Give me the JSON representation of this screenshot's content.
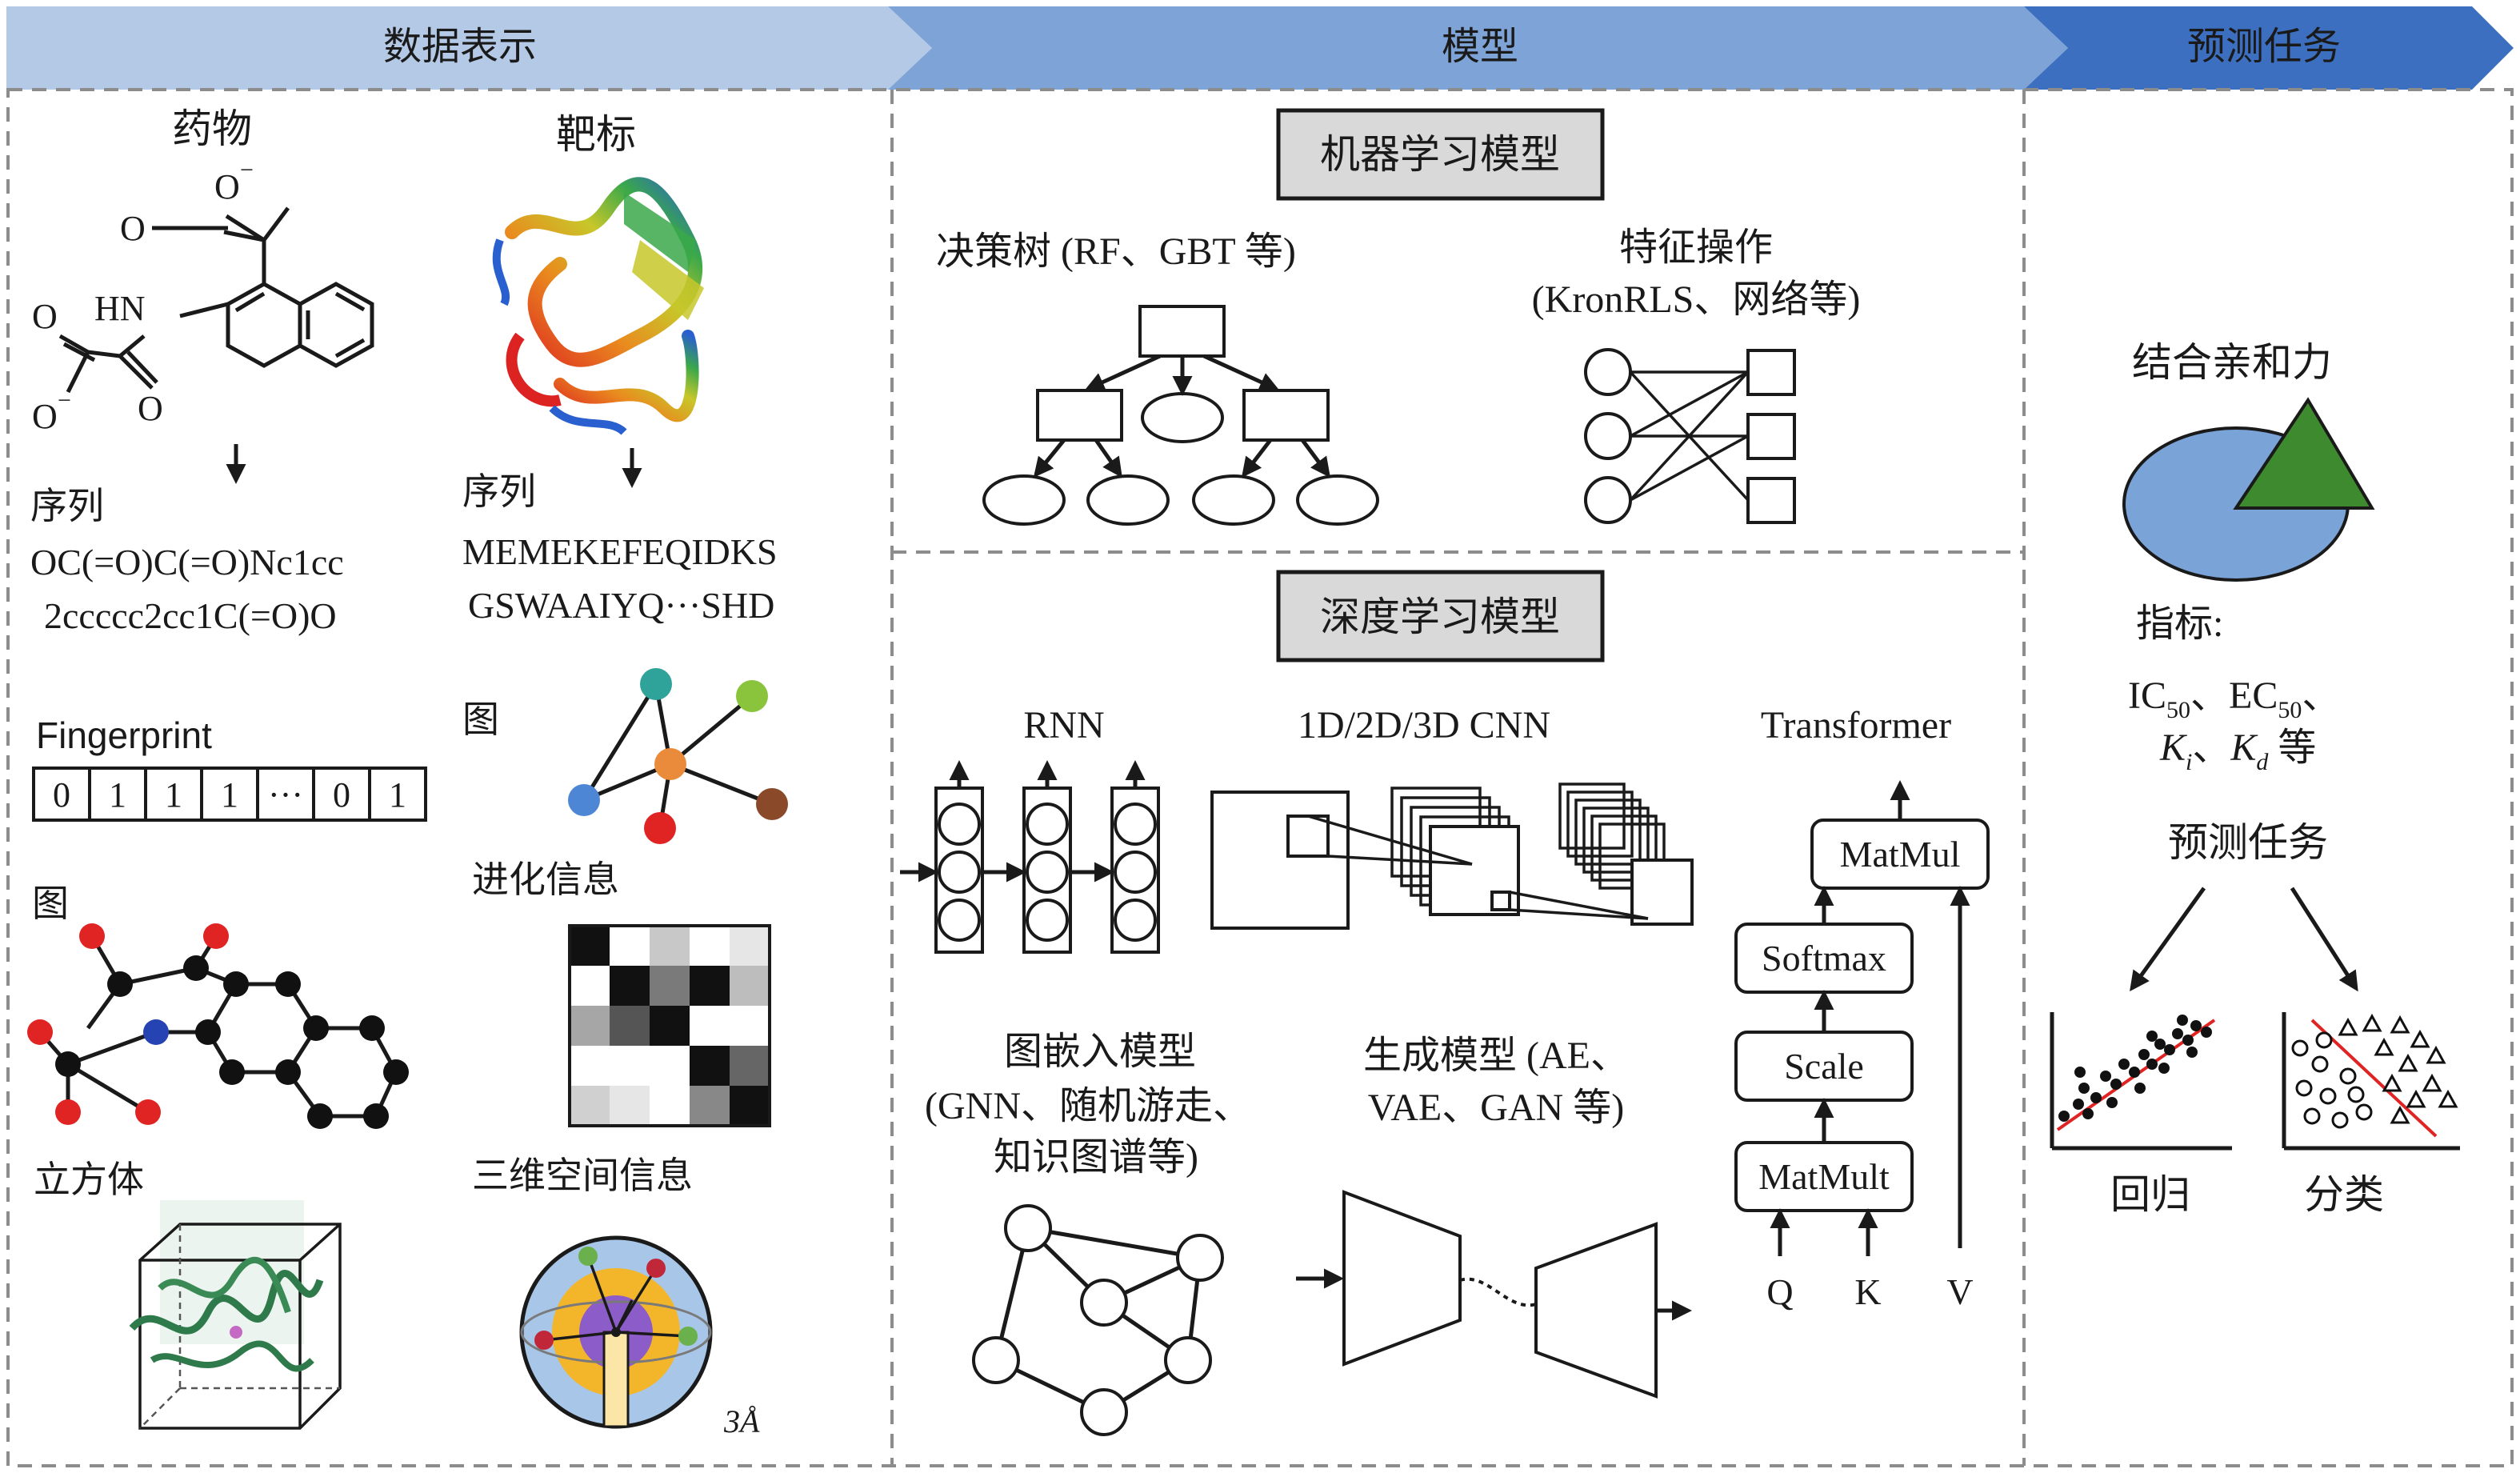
{
  "header": {
    "col1": "数据表示",
    "col2": "模型",
    "col3": "预测任务",
    "colors": {
      "col1": "#b4c9e6",
      "col2": "#7ea3d6",
      "col3": "#3c6fbf"
    }
  },
  "data_repr": {
    "drug": {
      "title": "药物",
      "atom_labels": {
        "o_top": "O",
        "o_top_charge": "−",
        "o_carbonyl": "O",
        "hn": "HN",
        "o_left": "O",
        "o_bottom": "O",
        "o_bottom_charge": "−",
        "o_right": "O"
      },
      "seq_label": "序列",
      "smiles_line1": "OC(=O)C(=O)Nc1cc",
      "smiles_line2": "2ccccc2cc1C(=O)O",
      "fingerprint_label": "Fingerprint",
      "fingerprint_bits": [
        "0",
        "1",
        "1",
        "1",
        "···",
        "0",
        "1"
      ],
      "graph_label": "图",
      "cube_label": "立方体"
    },
    "target": {
      "title": "靶标",
      "seq_label": "序列",
      "seq_line1": "MEMEKEFEQIDKS",
      "seq_line2": "GSWAAIYQ···SHD",
      "graph_label": "图",
      "evo_label": "进化信息",
      "spatial_label": "三维空间信息",
      "radius_label": "3Å"
    }
  },
  "models": {
    "ml": {
      "title": "机器学习模型",
      "tree_label": "决策树 (RF、GBT 等)",
      "feature_label_line1": "特征操作",
      "feature_label_line2": "(KronRLS、网络等)"
    },
    "dl": {
      "title": "深度学习模型",
      "rnn_label": "RNN",
      "cnn_label": "1D/2D/3D CNN",
      "transformer_label": "Transformer",
      "transformer_blocks": {
        "matmul_top": "MatMul",
        "softmax": "Softmax",
        "scale": "Scale",
        "matmul_bottom": "MatMult"
      },
      "transformer_inputs": {
        "q": "Q",
        "k": "K",
        "v": "V"
      },
      "graph_embed_line1": "图嵌入模型",
      "graph_embed_line2": "(GNN、随机游走、",
      "graph_embed_line3": "知识图谱等)",
      "gen_line1": "生成模型 (AE、",
      "gen_line2": "VAE、GAN 等)"
    }
  },
  "tasks": {
    "affinity_label": "结合亲和力",
    "metrics_label": "指标:",
    "metrics": {
      "ic": "IC",
      "ic_sub": "50",
      "sep1": "、",
      "ec": "EC",
      "ec_sub": "50",
      "sep2": "、",
      "ki": "K",
      "ki_sub": "i",
      "sep3": "、",
      "kd": "K",
      "kd_sub": "d",
      "tail": " 等"
    },
    "task_label": "预测任务",
    "regression_label": "回归",
    "classification_label": "分类"
  }
}
